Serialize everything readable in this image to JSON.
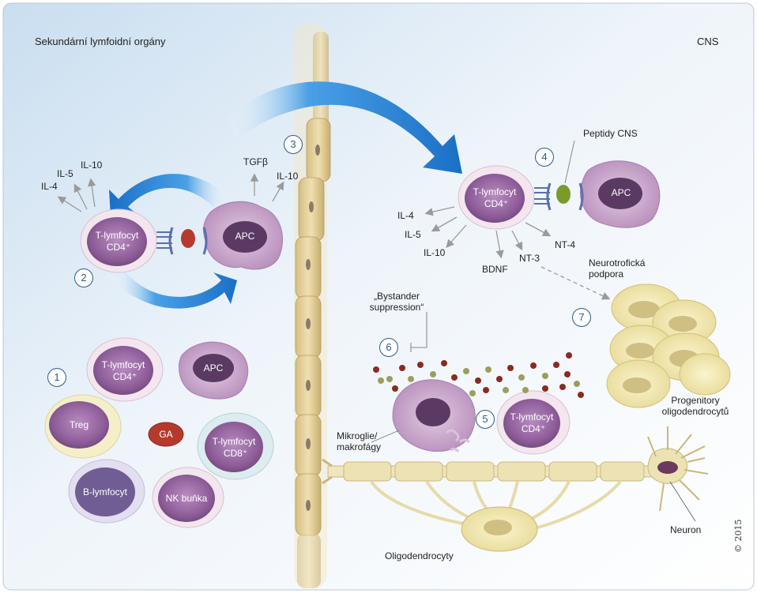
{
  "regions": {
    "left_title": "Sekundární lymfoidní orgány",
    "right_title": "CNS"
  },
  "step_numbers": [
    "1",
    "2",
    "3",
    "4",
    "5",
    "6",
    "7"
  ],
  "cells": {
    "t_cd4": "T-lymfocyt",
    "cd4_superscript": "CD4⁺",
    "t_cd8": "T-lymfocyt",
    "cd8_superscript": "CD8⁺",
    "apc": "APC",
    "treg": "Treg",
    "ga": "GA",
    "b_cell": "B-lymfocyt",
    "nk_cell": "NK buňka"
  },
  "cytokines": {
    "il4": "IL-4",
    "il5": "IL-5",
    "il10": "IL-10",
    "tgfb": "TGFβ",
    "bdnf": "BDNF",
    "nt3": "NT-3",
    "nt4": "NT-4"
  },
  "labels": {
    "peptides": "Peptidy CNS",
    "neurotrophic": "Neurotrofická podpora",
    "bystander": "„Bystander suppression“",
    "microglia": "Mikroglie/ makrofágy",
    "progenitors": "Progenitory oligodendrocytů",
    "oligodendrocytes": "Oligodendrocyty",
    "neuron": "Neuron"
  },
  "signature": "© 2015",
  "colors": {
    "arrow_blue": "#1f7fd0",
    "t_cell": "#7f4e8a",
    "apc": "#c7a3c9",
    "treg": "#f1ebc4",
    "ga": "#b63a2c",
    "myelin": "#ece2b4",
    "number_ring": "#2b5b86"
  }
}
